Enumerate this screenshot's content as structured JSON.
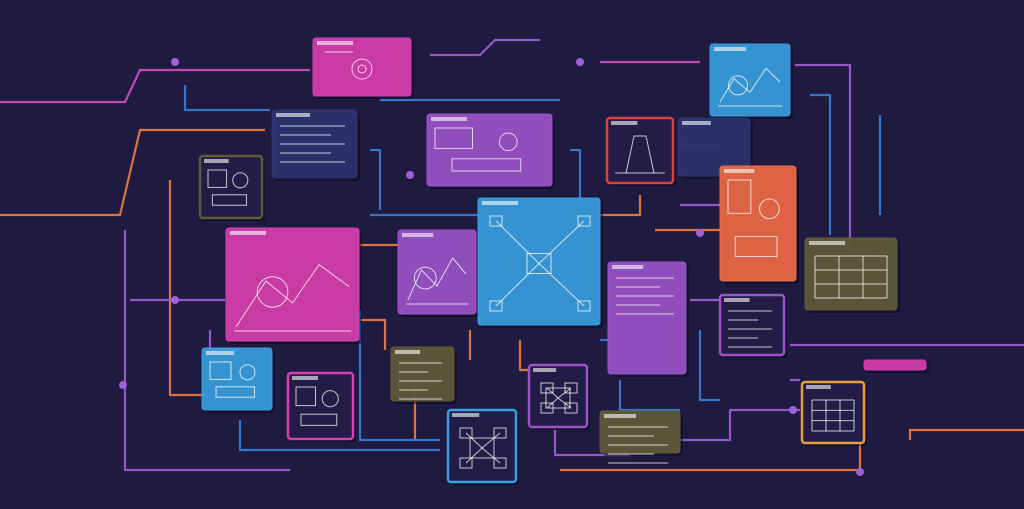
{
  "background": "#1e1a40",
  "palette": {
    "magenta": "#d83fb0",
    "violet": "#9a54c8",
    "cyan": "#3a9ee0",
    "orange": "#ee6a45",
    "red": "#e04040",
    "navy": "#2c3470",
    "olive": "#615a3a",
    "gold": "#e8a13a",
    "line_orange": "#f08040",
    "line_purple": "#a060d8",
    "line_blue": "#3a80d8",
    "line_magenta": "#d050c0"
  },
  "panels": [
    {
      "name": "panel-top-magenta",
      "color": "magenta",
      "icon": "gear"
    },
    {
      "name": "panel-blue-top-right",
      "color": "cyan",
      "icon": "chart"
    },
    {
      "name": "panel-navy-list",
      "color": "navy",
      "icon": "list"
    },
    {
      "name": "panel-purple-icons",
      "color": "violet",
      "icon": "shapes"
    },
    {
      "name": "panel-red-outline-tower",
      "color": "red",
      "icon": "tower"
    },
    {
      "name": "panel-dark-small",
      "color": "navy",
      "icon": "none"
    },
    {
      "name": "panel-brown-icons",
      "color": "olive",
      "icon": "shapes"
    },
    {
      "name": "panel-orange-icons",
      "color": "orange",
      "icon": "shapes"
    },
    {
      "name": "panel-pink-big",
      "color": "magenta",
      "icon": "chart"
    },
    {
      "name": "panel-gray-purple",
      "color": "violet",
      "icon": "chart"
    },
    {
      "name": "panel-blue-center",
      "color": "cyan",
      "icon": "diagram"
    },
    {
      "name": "panel-purple-doc",
      "color": "violet",
      "icon": "list"
    },
    {
      "name": "panel-olive-grid",
      "color": "olive",
      "icon": "grid"
    },
    {
      "name": "panel-purple-outline-small",
      "color": "violet",
      "icon": "list"
    },
    {
      "name": "panel-teal-bottom-left",
      "color": "cyan",
      "icon": "shapes"
    },
    {
      "name": "panel-magenta-outline-bottom",
      "color": "magenta",
      "icon": "shapes"
    },
    {
      "name": "panel-olive-yellow-text",
      "color": "olive",
      "icon": "list"
    },
    {
      "name": "panel-blue-outline-bottom",
      "color": "cyan",
      "icon": "diagram"
    },
    {
      "name": "panel-purple-outline-bottom",
      "color": "violet",
      "icon": "diagram"
    },
    {
      "name": "panel-olive-bottom-small",
      "color": "olive",
      "icon": "list"
    },
    {
      "name": "panel-gold-outline-grid",
      "color": "gold",
      "icon": "grid"
    },
    {
      "name": "chip-purple-right",
      "color": "magenta",
      "icon": "none"
    }
  ]
}
